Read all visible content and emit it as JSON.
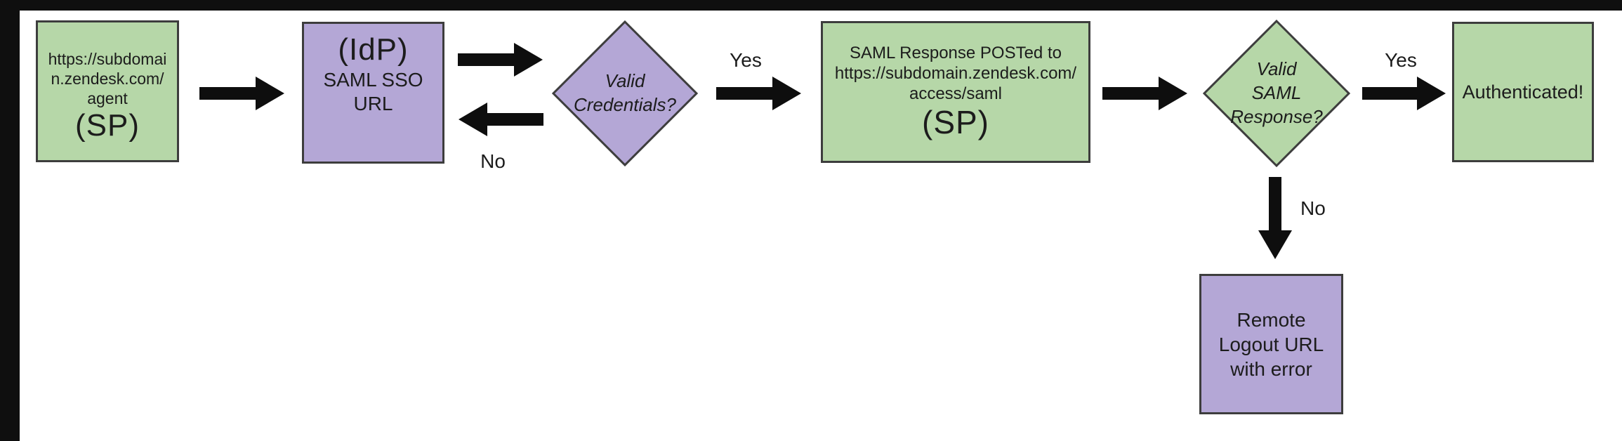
{
  "colors": {
    "green": "#b6d7a8",
    "purple": "#b4a7d6",
    "border": "#3d3d3d",
    "arrow": "#0e0e0e",
    "frame": "#0f0f0f",
    "canvas": "#ffffff",
    "text": "#1c1c1c"
  },
  "diagram": {
    "type": "flowchart",
    "topic": "SAML SSO authentication flow for Zendesk"
  },
  "nodes": {
    "sp_start": {
      "shape": "rectangle",
      "color_role": "green",
      "lines": [
        "https://subdomai",
        "n.zendesk.com/",
        "agent"
      ],
      "big": "(SP)"
    },
    "idp": {
      "shape": "rectangle",
      "color_role": "purple",
      "big": "(IdP)",
      "lines": [
        "SAML SSO",
        "URL"
      ]
    },
    "valid_credentials": {
      "shape": "diamond",
      "color_role": "purple",
      "lines": [
        "Valid",
        "Credentials?"
      ]
    },
    "saml_response_post": {
      "shape": "rectangle",
      "color_role": "green",
      "lines": [
        "SAML Response POSTed to",
        "https://subdomain.zendesk.com/",
        "access/saml"
      ],
      "big": "(SP)"
    },
    "valid_saml_response": {
      "shape": "diamond",
      "color_role": "green",
      "lines": [
        "Valid",
        "SAML",
        "Response?"
      ]
    },
    "authenticated": {
      "shape": "rectangle",
      "color_role": "green",
      "label": "Authenticated!"
    },
    "remote_logout": {
      "shape": "rectangle",
      "color_role": "purple",
      "lines": [
        "Remote",
        "Logout URL",
        "with error"
      ]
    }
  },
  "labels": {
    "yes1": "Yes",
    "no1": "No",
    "yes2": "Yes",
    "no2": "No"
  }
}
